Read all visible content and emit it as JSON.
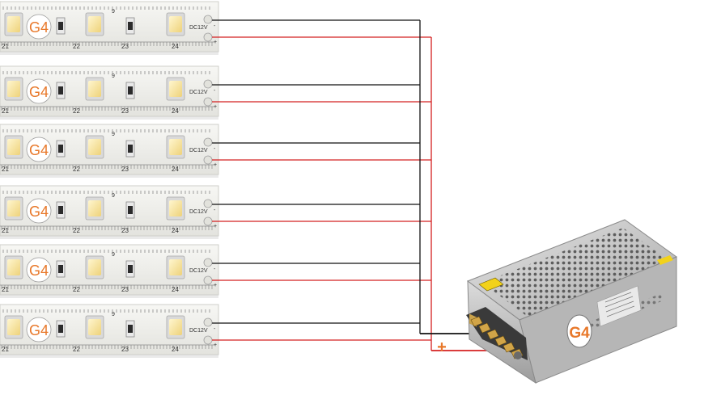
{
  "strip": {
    "brand": "G4",
    "voltage": "DC12V",
    "segment_numbers": [
      "21",
      "22",
      "23",
      "24"
    ],
    "top_mark": "9",
    "polarity_negative": "-",
    "polarity_positive": "+"
  },
  "strip_count": 6,
  "power_supply": {
    "brand": "G4",
    "positive_terminal_label": "+"
  },
  "colors": {
    "negative_wire": "#111111",
    "positive_wire": "#d42020",
    "brand_orange": "#e8782a",
    "strip_pcb": "#f2f2ef",
    "led_yellow": "#f3dc8a",
    "psu_silver": "#c9c9c9"
  }
}
